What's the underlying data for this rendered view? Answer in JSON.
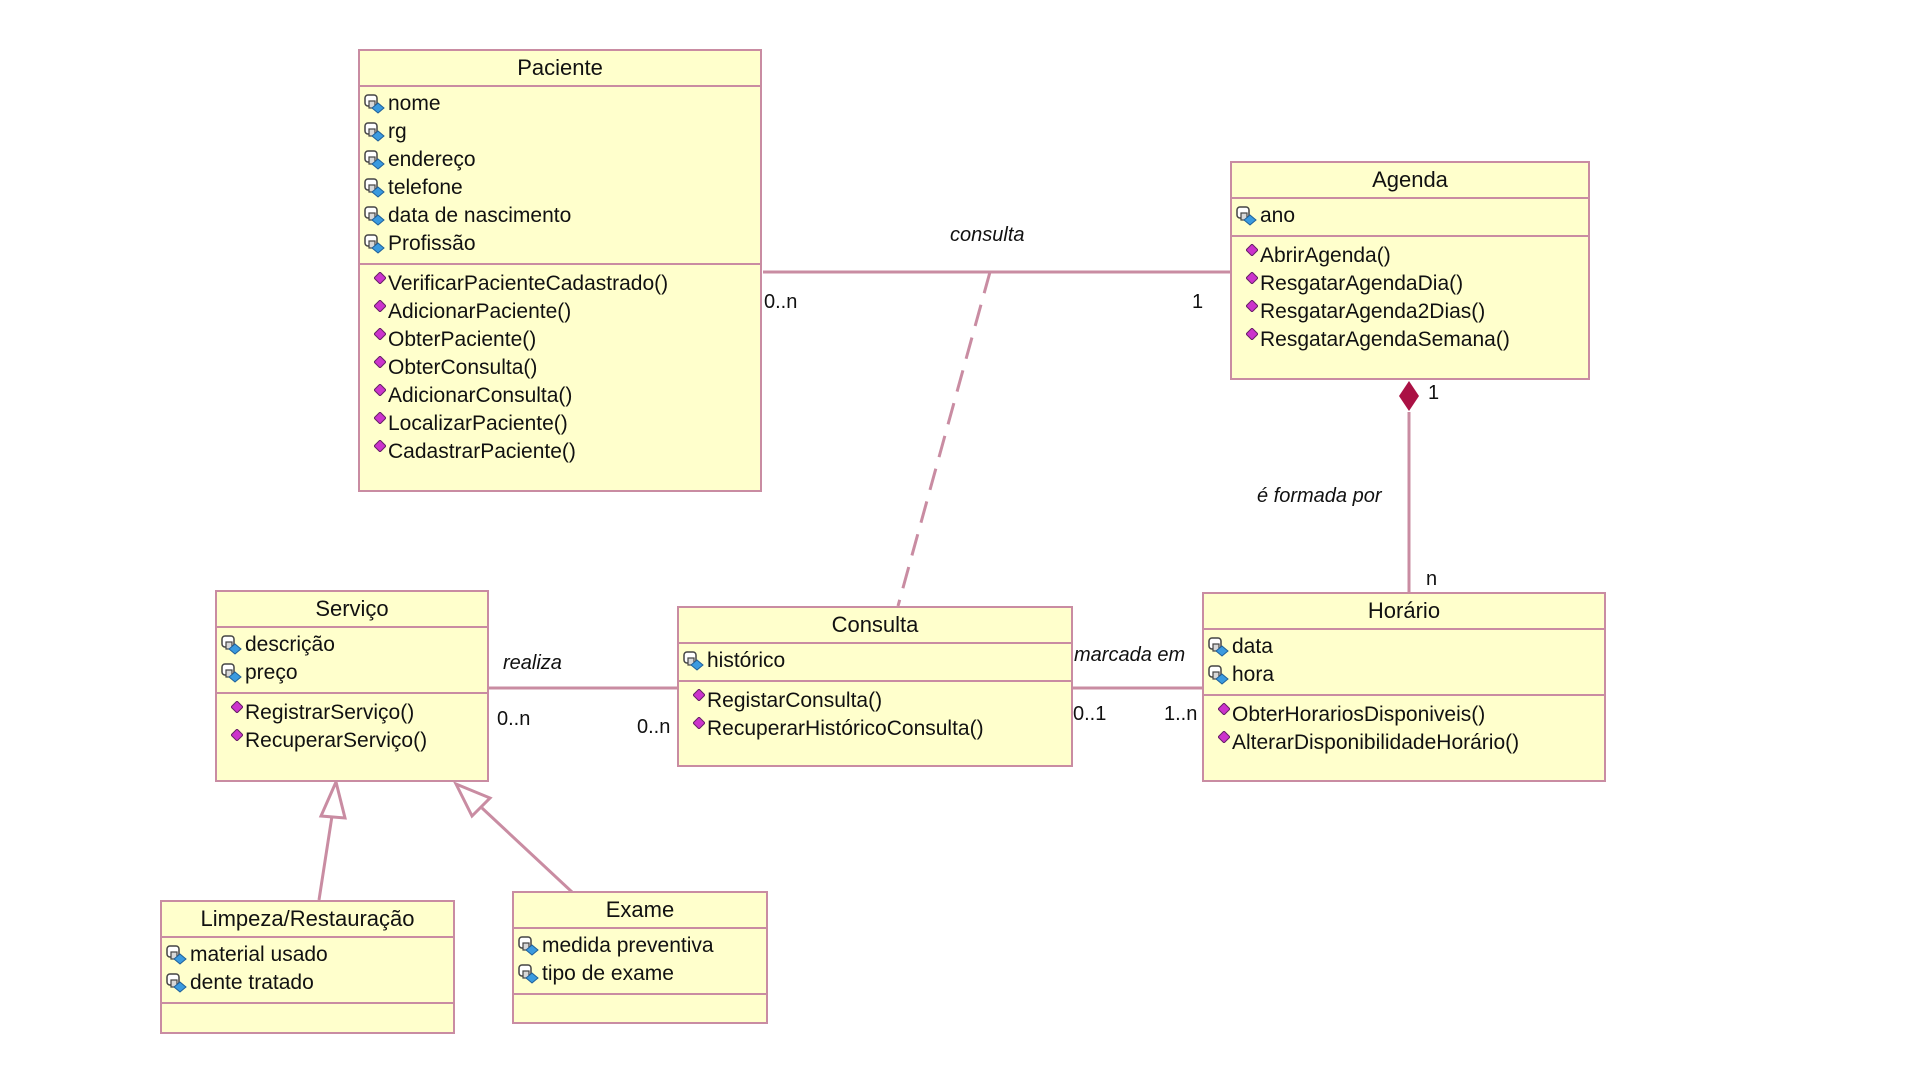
{
  "classes": {
    "paciente": {
      "name": "Paciente",
      "attributes": [
        "nome",
        "rg",
        "endereço",
        "telefone",
        "data de nascimento",
        "Profissão"
      ],
      "operations": [
        "VerificarPacienteCadastrado()",
        "AdicionarPaciente()",
        "ObterPaciente()",
        "ObterConsulta()",
        "AdicionarConsulta()",
        "LocalizarPaciente()",
        "CadastrarPaciente()"
      ]
    },
    "agenda": {
      "name": "Agenda",
      "attributes": [
        "ano"
      ],
      "operations": [
        "AbrirAgenda()",
        "ResgatarAgendaDia()",
        "ResgatarAgenda2Dias()",
        "ResgatarAgendaSemana()"
      ]
    },
    "servico": {
      "name": "Serviço",
      "attributes": [
        "descrição",
        "preço"
      ],
      "operations": [
        "RegistrarServiço()",
        "RecuperarServiço()"
      ]
    },
    "consulta": {
      "name": "Consulta",
      "attributes": [
        "histórico"
      ],
      "operations": [
        "RegistarConsulta()",
        "RecuperarHistóricoConsulta()"
      ]
    },
    "horario": {
      "name": "Horário",
      "attributes": [
        "data",
        "hora"
      ],
      "operations": [
        "ObterHorariosDisponiveis()",
        "AlterarDisponibilidadeHorário()"
      ]
    },
    "limpeza": {
      "name": "Limpeza/Restauração",
      "attributes": [
        "material usado",
        "dente tratado"
      ],
      "operations": []
    },
    "exame": {
      "name": "Exame",
      "attributes": [
        "medida preventiva",
        "tipo de exame"
      ],
      "operations": []
    }
  },
  "associations": {
    "consulta_assoc": {
      "name": "consulta",
      "end_paciente": "0..n",
      "end_agenda": "1"
    },
    "formada_por": {
      "name": "é formada por",
      "end_agenda": "1",
      "end_horario": "n"
    },
    "realiza": {
      "name": "realiza",
      "end_servico": "0..n",
      "end_consulta": "0..n"
    },
    "marcada_em": {
      "name": "marcada em",
      "end_consulta": "0..1",
      "end_horario": "1..n"
    }
  },
  "colors": {
    "class_fill": "#ffffcc",
    "class_border": "#c98ca2",
    "line": "#c98ca2",
    "attribute_icon": "#3a9adf",
    "operation_icon": "#cc33cc"
  },
  "icons": {
    "attribute": "field-key-icon",
    "operation": "method-diamond-icon"
  }
}
